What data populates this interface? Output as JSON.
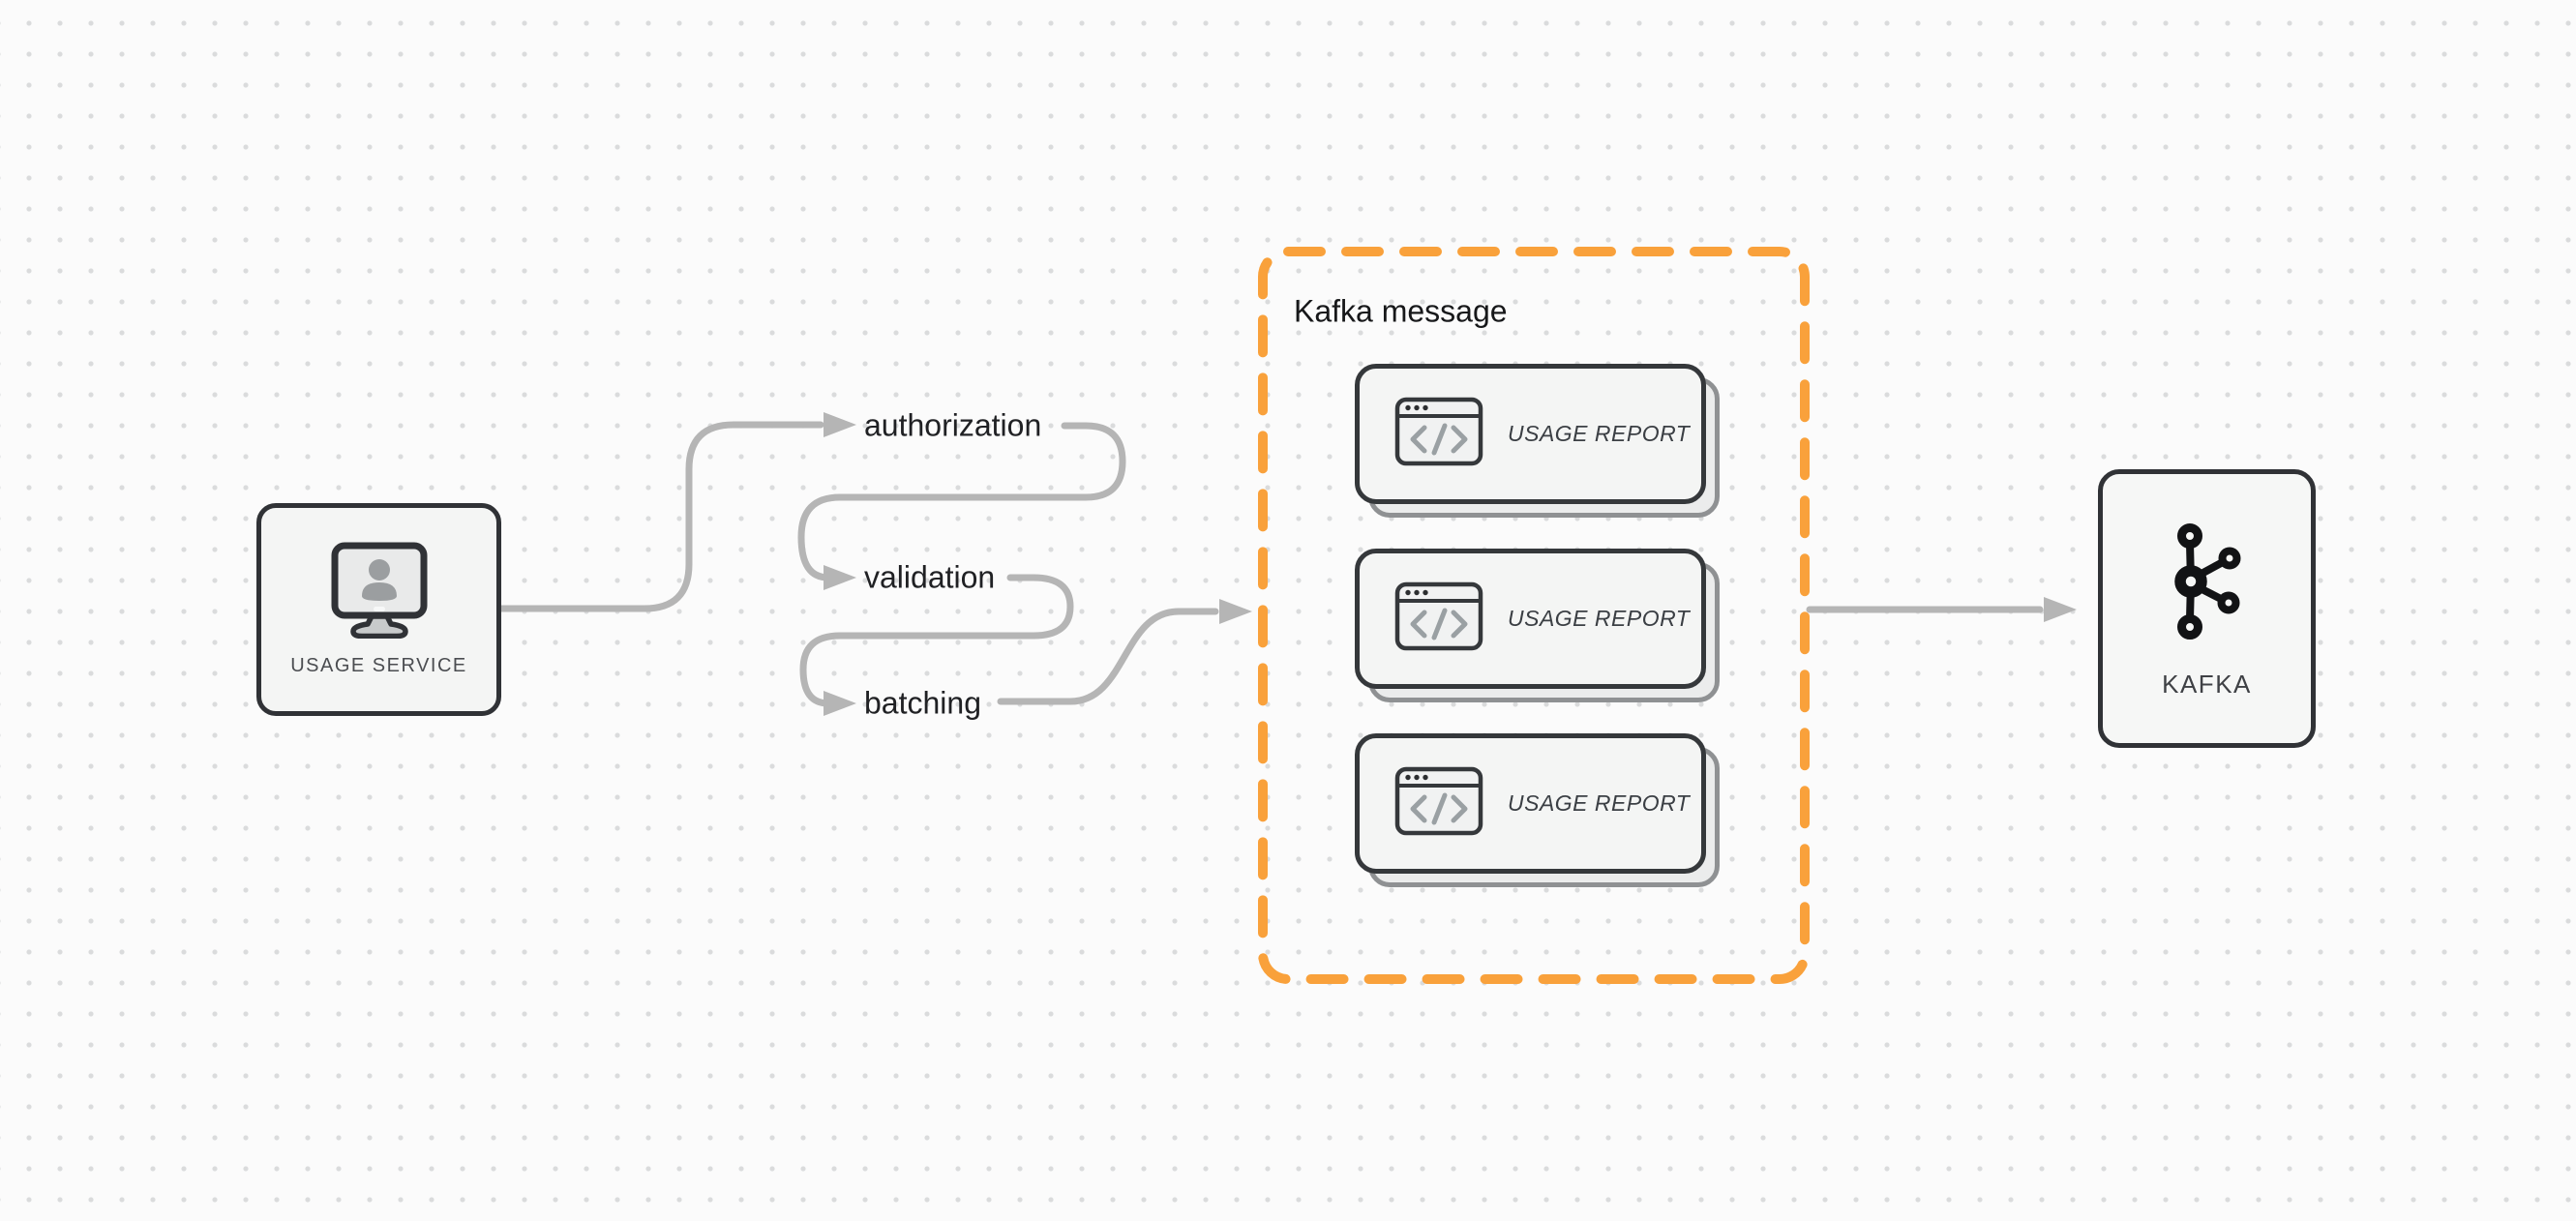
{
  "diagram": {
    "source": {
      "label": "USAGE SERVICE",
      "icon": "monitor-user-icon"
    },
    "steps": [
      {
        "label": "authorization"
      },
      {
        "label": "validation"
      },
      {
        "label": "batching"
      }
    ],
    "group": {
      "title": "Kafka message",
      "items": [
        {
          "label": "USAGE REPORT",
          "icon": "code-window-icon"
        },
        {
          "label": "USAGE REPORT",
          "icon": "code-window-icon"
        },
        {
          "label": "USAGE REPORT",
          "icon": "code-window-icon"
        }
      ]
    },
    "sink": {
      "label": "KAFKA",
      "icon": "kafka-logo-icon"
    },
    "colors": {
      "background": "#fbfbfb",
      "grid_dot": "#dadbdc",
      "arrow": "#b5b5b5",
      "group_border": "#f9a13b",
      "node_border": "#303236",
      "node_fill": "#f4f5f4",
      "text_dark": "#202124",
      "text_muted": "#4b4d51"
    }
  }
}
